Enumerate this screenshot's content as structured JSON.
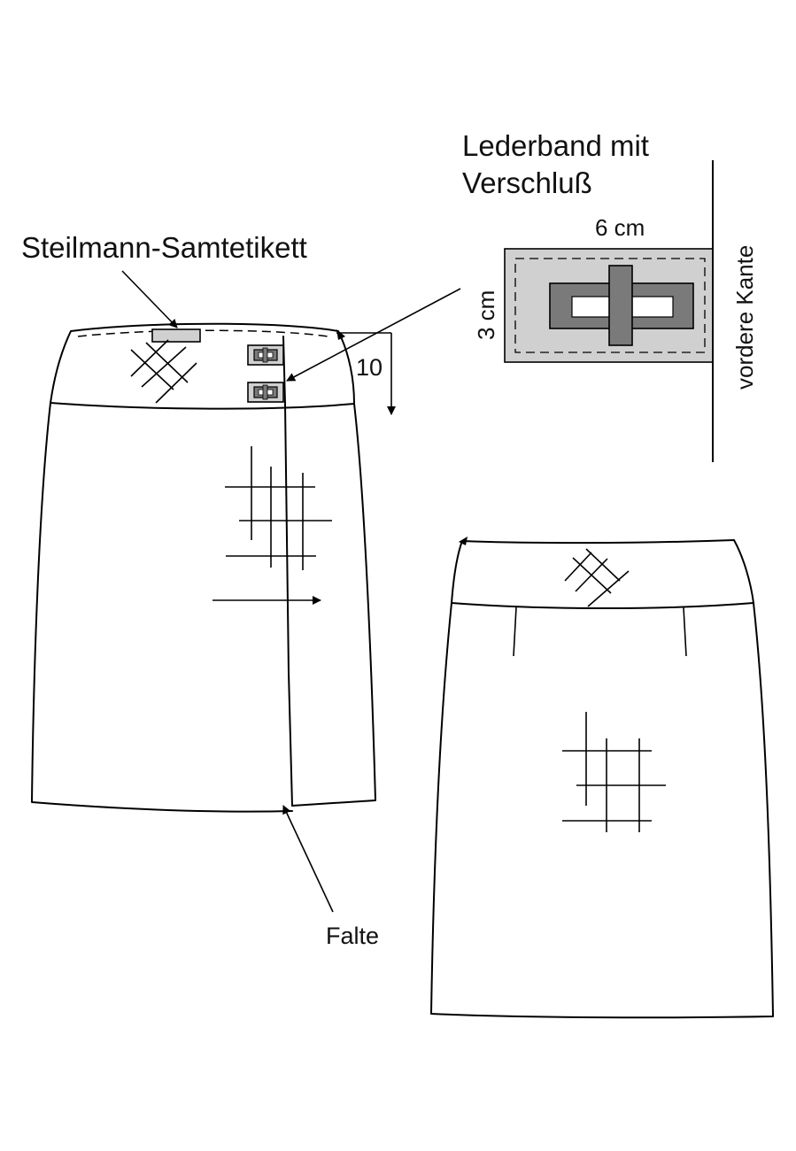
{
  "labels": {
    "label_tag": "Steilmann-Samtetikett",
    "leather_band_line1": "Lederband mit",
    "leather_band_line2": "Verschluß",
    "width": "6 cm",
    "height": "3 cm",
    "front_edge": "vordere Kante",
    "measure": "10",
    "pleat": "Falte"
  },
  "colors": {
    "line": "#000000",
    "light_gray": "#d0d0d0",
    "mid_gray": "#7a7a7a",
    "white": "#ffffff"
  }
}
